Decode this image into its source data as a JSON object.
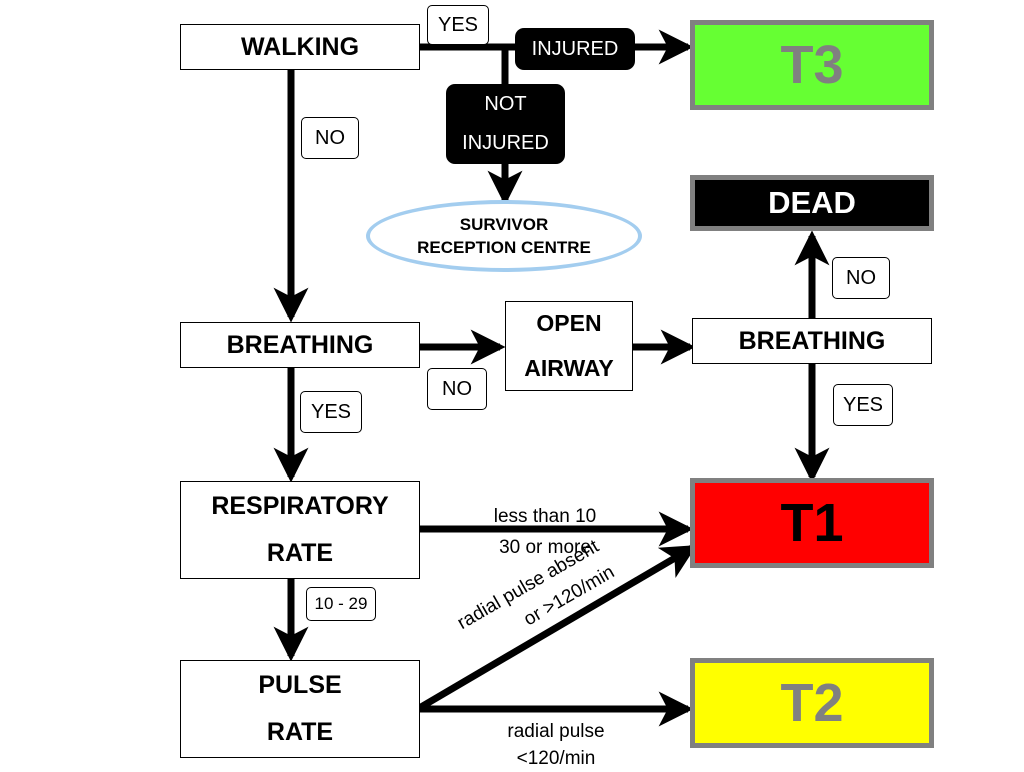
{
  "nodes": {
    "walking": "WALKING",
    "breathing_left": "BREATHING",
    "respiratory_rate": [
      "RESPIRATORY",
      "RATE"
    ],
    "pulse_rate": [
      "PULSE",
      "RATE"
    ],
    "open_airway": [
      "OPEN",
      "AIRWAY"
    ],
    "breathing_right": "BREATHING",
    "not_injured": [
      "NOT",
      "INJURED"
    ],
    "injured": "INJURED",
    "survivor_reception": [
      "SURVIVOR",
      "RECEPTION CENTRE"
    ]
  },
  "categories": {
    "t3": {
      "label": "T3",
      "bg": "#66ff33",
      "fg": "#808080"
    },
    "dead": {
      "label": "DEAD",
      "bg": "#000000",
      "fg": "#ffffff"
    },
    "t1": {
      "label": "T1",
      "bg": "#ff0000",
      "fg": "#000000"
    },
    "t2": {
      "label": "T2",
      "bg": "#ffff00",
      "fg": "#808080"
    }
  },
  "edge_labels": {
    "walking_yes": "YES",
    "walking_no": "NO",
    "breathing_no": "NO",
    "breathing_yes": "YES",
    "airway_no": "NO",
    "airway_yes": "YES",
    "resp_range": "10 - 29",
    "resp_fast_slow": [
      "less than 10",
      "30 or more"
    ],
    "pulse_high": [
      "radial pulse absent",
      "or >120/min"
    ],
    "pulse_normal": [
      "radial pulse",
      "<120/min"
    ]
  },
  "colors": {
    "arrow": "#000000",
    "ellipse_border": "#a3cdef",
    "category_border": "#808080"
  }
}
